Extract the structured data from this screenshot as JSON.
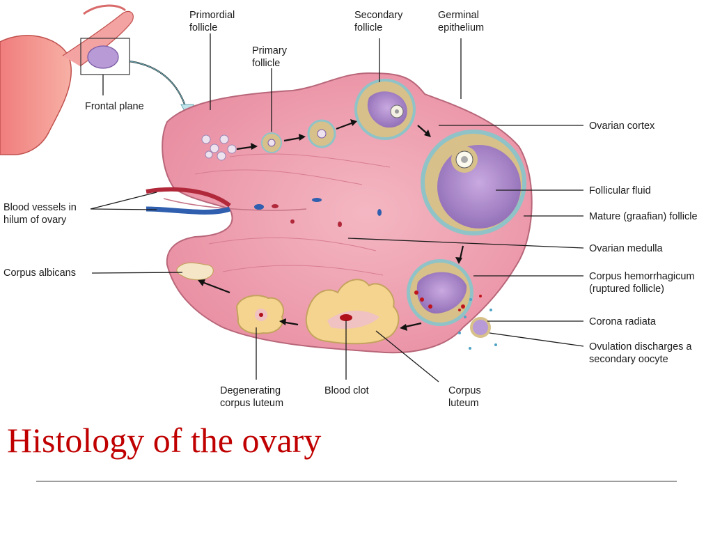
{
  "slide": {
    "title": "Histology of the ovary"
  },
  "labels": {
    "primordial_follicle": [
      "Primordial",
      "follicle"
    ],
    "primary_follicle": [
      "Primary",
      "follicle"
    ],
    "secondary_follicle": [
      "Secondary",
      "follicle"
    ],
    "germinal_epithelium": [
      "Germinal",
      "epithelium"
    ],
    "frontal_plane": [
      "Frontal plane"
    ],
    "ovarian_cortex": [
      "Ovarian cortex"
    ],
    "follicular_fluid": [
      "Follicular fluid"
    ],
    "mature_follicle": [
      "Mature (graafian) follicle"
    ],
    "blood_vessels": [
      "Blood vessels in",
      "hilum of ovary"
    ],
    "ovarian_medulla": [
      "Ovarian medulla"
    ],
    "corpus_albicans": [
      "Corpus albicans"
    ],
    "corpus_hemorrhagicum": [
      "Corpus hemorrhagicum",
      "(ruptured follicle)"
    ],
    "corona_radiata": [
      "Corona radiata"
    ],
    "ovulation": [
      "Ovulation discharges a",
      "secondary oocyte"
    ],
    "degenerating_corpus_luteum": [
      "Degenerating",
      "corpus luteum"
    ],
    "blood_clot": [
      "Blood clot"
    ],
    "corpus_luteum": [
      "Corpus",
      "luteum"
    ]
  },
  "colors": {
    "title": "#c00000",
    "tissue": "#ee9fb0",
    "follicle_fluid": "#a98ac7",
    "granulosa": "#d8c08a",
    "theca": "#8fc3c7",
    "vessel_red": "#b0283a",
    "vessel_blue": "#2f5fae"
  }
}
